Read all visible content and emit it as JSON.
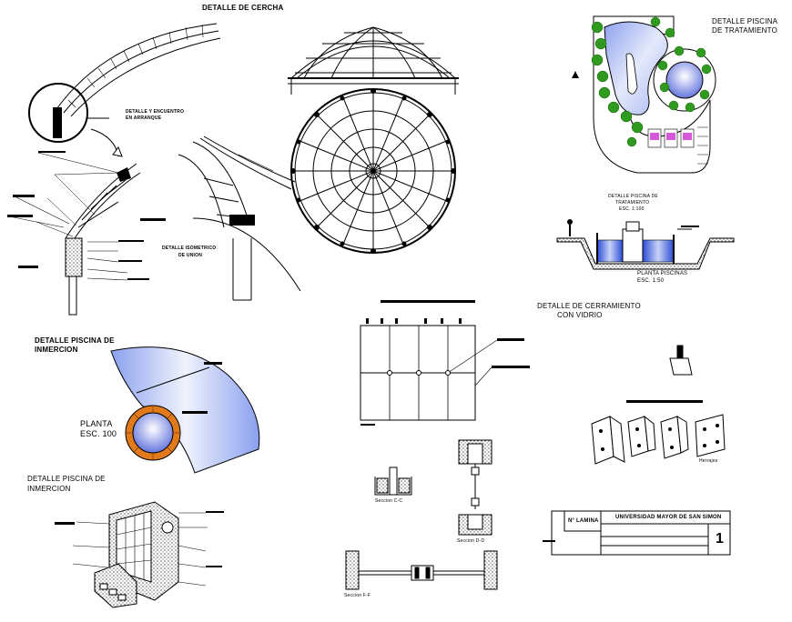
{
  "titles": {
    "cercha": "DETALLE DE CERCHA",
    "encuentro_1": "DETALLE Y ENCUENTRO",
    "encuentro_2": "EN ARRANQUE",
    "isometrico_1": "DETALLE ISOMETRICO",
    "isometrico_2": "DE UNION",
    "tratamiento_1": "DETALLE PISCINA",
    "tratamiento_2": "DE TRATAMIENTO",
    "tratamiento_small_1": "DETALLE PISCINA DE",
    "tratamiento_small_2": "TRATAMIENTO",
    "tratamiento_scale": "ESC. 1:100",
    "planta_piscinas": "PLANTA PISCINAS",
    "planta_piscinas_scale": "ESC. 1:50",
    "cerramiento_1": "DETALLE DE CERRAMIENTO",
    "cerramiento_2": "CON VIDRIO",
    "inmercion_a_1": "DETALLE PISCINA DE",
    "inmercion_a_2": "INMERCION",
    "planta": "PLANTA",
    "planta_scale": "ESC. 100",
    "inmercion_b_1": "DETALLE PISCINA DE",
    "inmercion_b_2": "INMERCION",
    "seccion_1": "Seccion C-C",
    "seccion_2": "Seccion D-D",
    "seccion_3": "Seccion F-F",
    "herrajes": "Herrajes"
  },
  "title_block": {
    "university": "UNIVERSIDAD MAYOR DE SAN SIMON",
    "sheet_label": "N° LAMINA",
    "sheet_number": "1"
  },
  "colors": {
    "water_light": "#e6ecfb",
    "water_dark": "#7a90e8",
    "brick": "#e07a1a",
    "tree": "#2f9a1f",
    "pink": "#d65ad8",
    "line": "#000000"
  }
}
